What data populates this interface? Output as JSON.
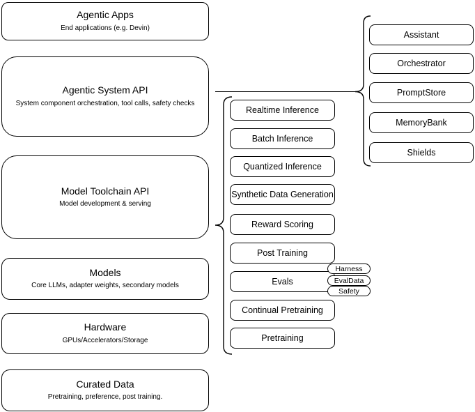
{
  "diagram": {
    "left_stack": [
      {
        "title": "Agentic Apps",
        "subtitle": "End applications (e.g. Devin)"
      },
      {
        "title": "Agentic System API",
        "subtitle": "System component orchestration, tool calls, safety checks"
      },
      {
        "title": "Model Toolchain API",
        "subtitle": "Model development & serving"
      },
      {
        "title": "Models",
        "subtitle": "Core LLMs, adapter weights, secondary models"
      },
      {
        "title": "Hardware",
        "subtitle": "GPUs/Accelerators/Storage"
      },
      {
        "title": "Curated Data",
        "subtitle": "Pretraining, preference, post training."
      }
    ],
    "toolchain_items": [
      "Realtime Inference",
      "Batch Inference",
      "Quantized Inference",
      "Synthetic Data Generation",
      "Reward Scoring",
      "Post Training",
      "Evals",
      "Continual Pretraining",
      "Pretraining"
    ],
    "eval_badges": [
      "Harness",
      "EvalData",
      "Safety"
    ],
    "system_components": [
      "Assistant",
      "Orchestrator",
      "PromptStore",
      "MemoryBank",
      "Shields"
    ],
    "colors": {
      "stroke": "#000000",
      "fill": "#ffffff",
      "background": "#ffffff"
    }
  }
}
